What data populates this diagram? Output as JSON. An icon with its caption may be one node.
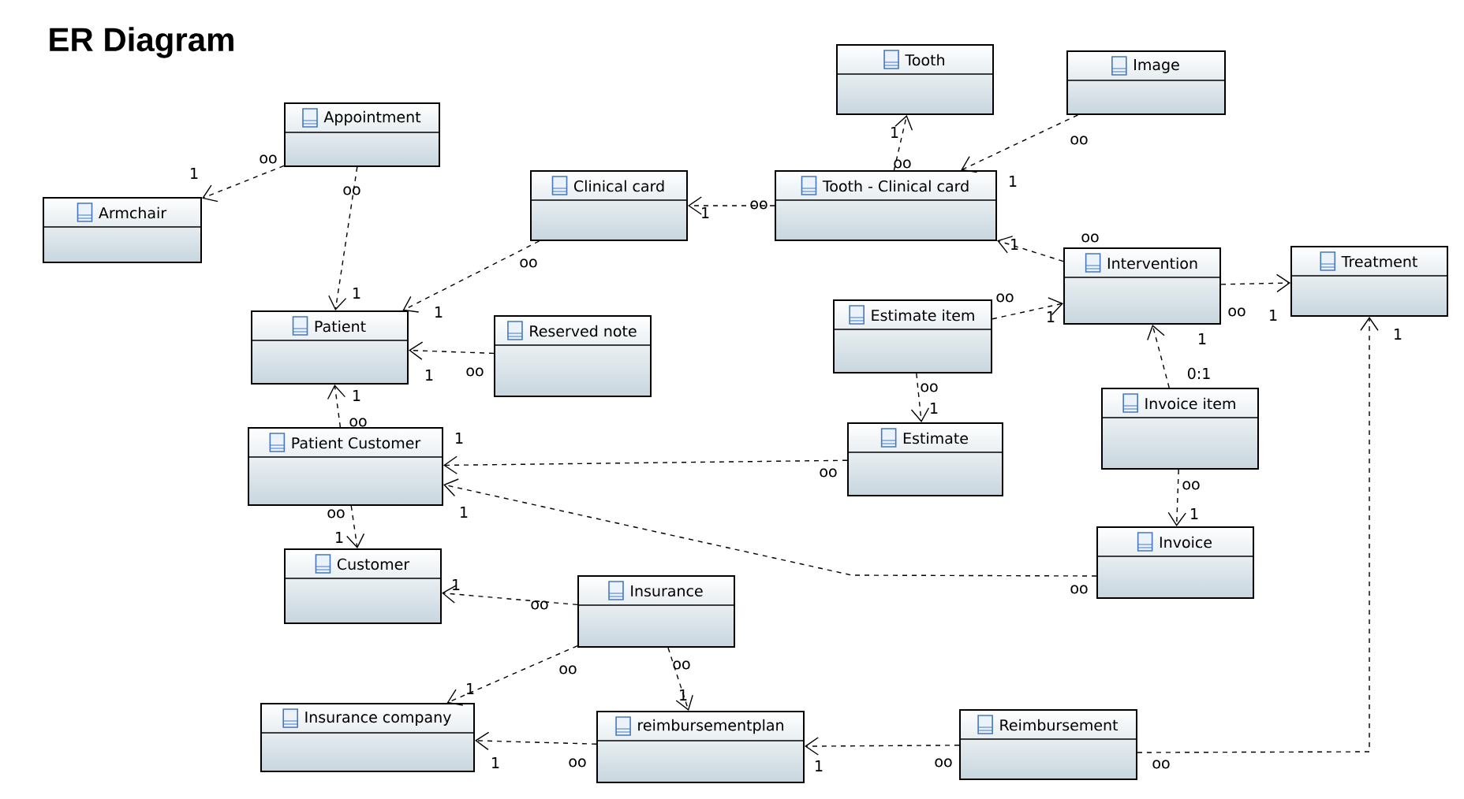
{
  "diagram": {
    "title": "ER Diagram",
    "nodes": [
      {
        "text": [
          "Tooth"
        ]
      },
      {
        "text": [
          "Image"
        ]
      },
      {
        "text": [
          "Appointment"
        ]
      },
      {
        "text": [
          "Clinical card"
        ]
      },
      {
        "text": [
          "Tooth - Clinical card"
        ]
      },
      {
        "text": [
          "Armchair"
        ]
      },
      {
        "text": [
          "Intervention"
        ]
      },
      {
        "text": [
          "Treatment"
        ]
      },
      {
        "text": [
          "Estimate item"
        ]
      },
      {
        "text": [
          "Patient"
        ]
      },
      {
        "text": [
          "Reserved note"
        ]
      },
      {
        "text": [
          "Invoice item"
        ]
      },
      {
        "text": [
          "Patient Customer"
        ]
      },
      {
        "text": [
          "Estimate"
        ]
      },
      {
        "text": [
          "Invoice"
        ]
      },
      {
        "text": [
          "Customer"
        ]
      },
      {
        "text": [
          "Insurance"
        ]
      },
      {
        "text": [
          "Insurance company"
        ]
      },
      {
        "text": [
          "reimbursementplan"
        ]
      },
      {
        "text": [
          "Reimbursement"
        ]
      }
    ],
    "edges": [
      {
        "from": 2,
        "to": 5,
        "arrow": "to"
      },
      {
        "from": 2,
        "to": 9,
        "arrow": "to"
      },
      {
        "from": 3,
        "to": 9,
        "arrow": "to"
      },
      {
        "from": 10,
        "to": 9,
        "arrow": "to"
      },
      {
        "from": 12,
        "to": 9,
        "arrow": "to"
      },
      {
        "from": 4,
        "to": 3,
        "arrow": "to"
      },
      {
        "from": 4,
        "to": 0,
        "arrow": "to"
      },
      {
        "from": 1,
        "to": 4,
        "arrow": "to"
      },
      {
        "from": 6,
        "to": 4,
        "arrow": "to"
      },
      {
        "from": 8,
        "to": 6,
        "arrow": "to"
      },
      {
        "from": 6,
        "to": 7,
        "arrow": "to"
      },
      {
        "from": 11,
        "to": 6,
        "arrow": "to"
      },
      {
        "from": 8,
        "to": 13,
        "arrow": "to"
      },
      {
        "from": 13,
        "to": 12,
        "arrow": "to"
      },
      {
        "from": 14,
        "to": 12,
        "arrow": "to"
      },
      {
        "from": 11,
        "to": 14,
        "arrow": "to"
      },
      {
        "from": 12,
        "to": 15,
        "arrow": "to"
      },
      {
        "from": 16,
        "to": 15,
        "arrow": "to"
      },
      {
        "from": 16,
        "to": 17,
        "arrow": "to"
      },
      {
        "from": 16,
        "to": 18,
        "arrow": "to"
      },
      {
        "from": 18,
        "to": 17,
        "arrow": "to"
      },
      {
        "from": 19,
        "to": 18,
        "arrow": "to"
      },
      {
        "from": 19,
        "to": 7,
        "arrow": "to"
      }
    ],
    "labels": [
      "oo",
      "1",
      "oo",
      "1",
      "oo",
      "1",
      "oo",
      "1",
      "oo",
      "1",
      "oo",
      "1",
      "oo",
      "1",
      "oo",
      "1",
      "oo",
      "1",
      "oo",
      "1",
      "oo",
      "1",
      "0:1",
      "1",
      "oo",
      "1",
      "oo",
      "1",
      "oo",
      "1",
      "oo",
      "1",
      "oo",
      "1",
      "oo",
      "1",
      "oo",
      "1",
      "oo",
      "1",
      "oo",
      "1",
      "oo",
      "1",
      "oo",
      "1"
    ]
  }
}
